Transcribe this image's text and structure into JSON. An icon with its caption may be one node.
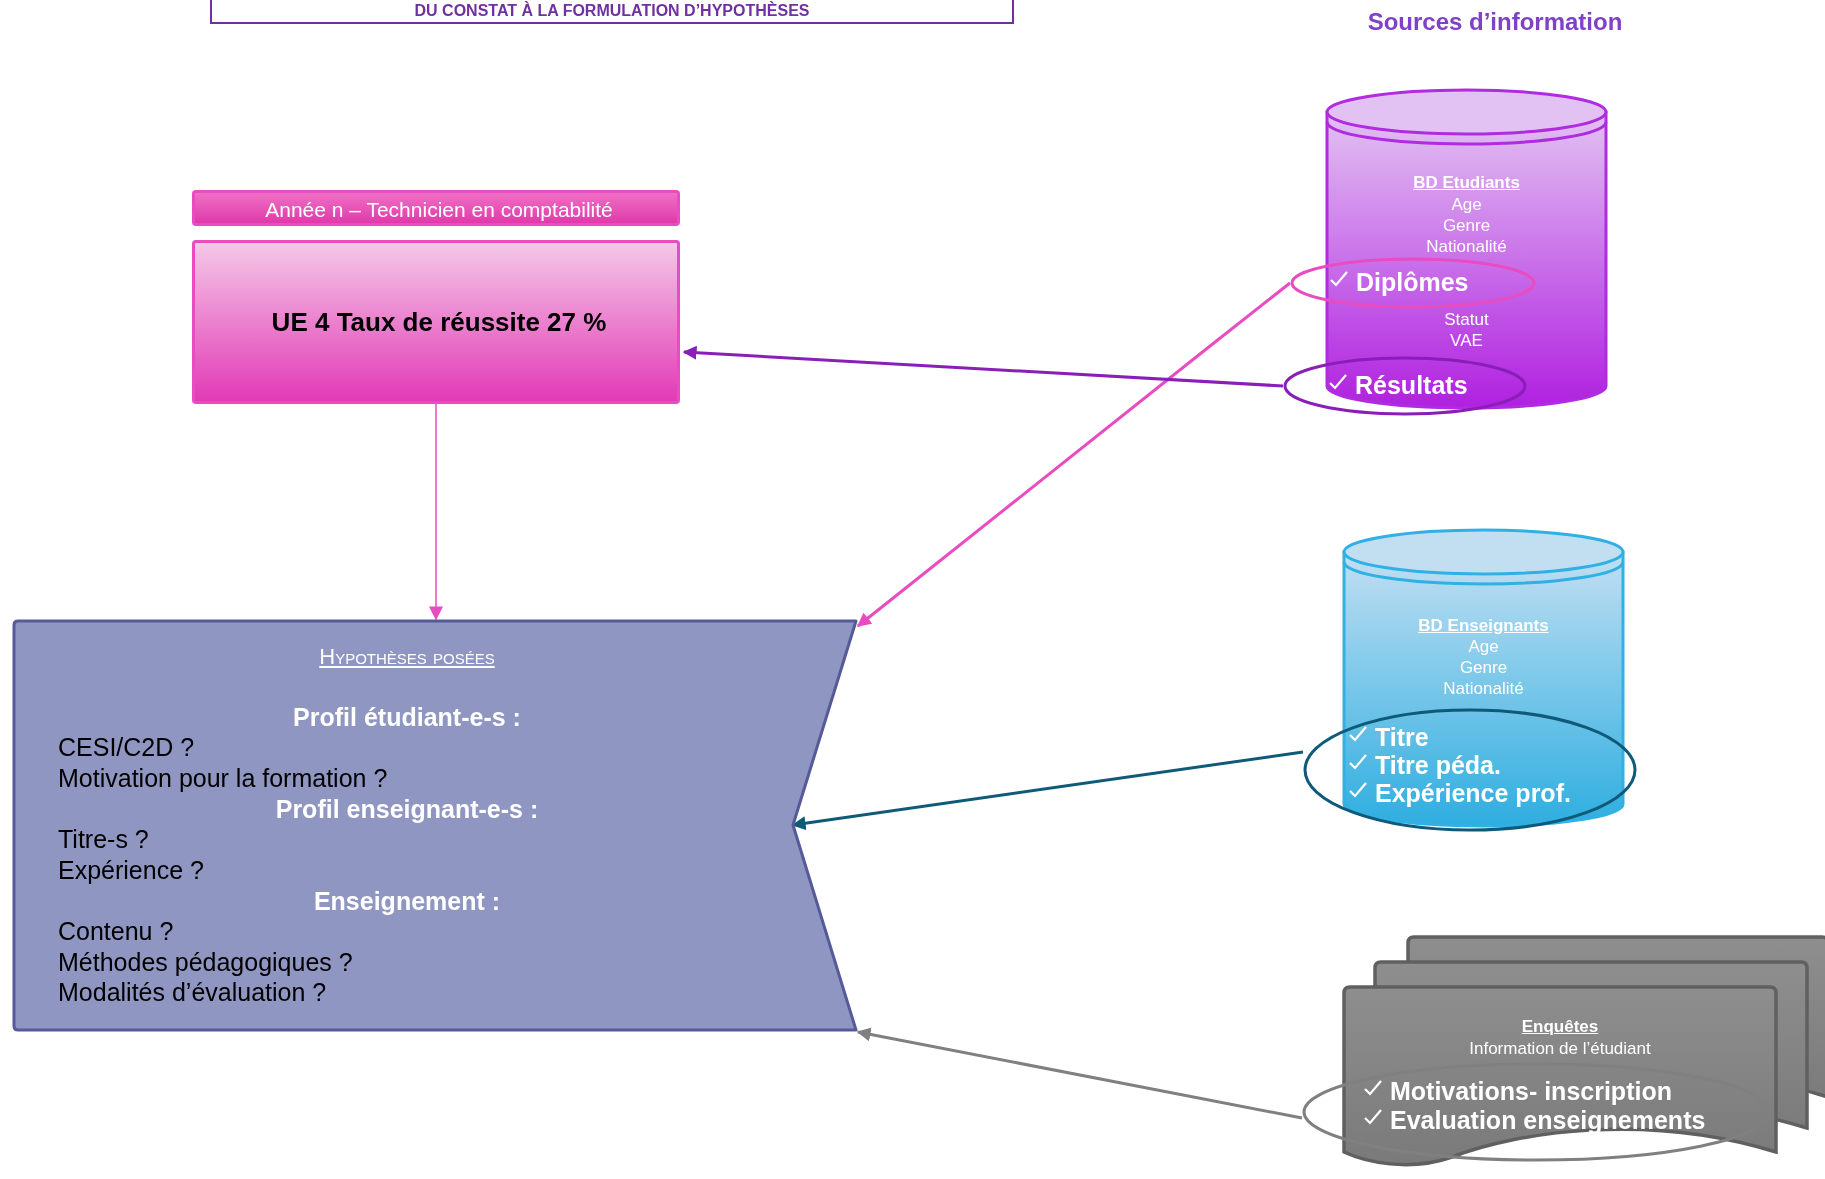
{
  "diagram": {
    "title": "DU CONSTAT À LA FORMULATION D’HYPOTHÈSES",
    "nodes": [
      {
        "text": [
          "Année n – Technicien en comptabilité"
        ]
      },
      {
        "text": [
          "UE 4 Taux de réussite 27 %"
        ]
      },
      {
        "text": [
          "Hypothèses posées",
          "Profil étudiant-e-s :",
          "CESI/C2D ?",
          "Motivation pour la formation ?",
          "Profil enseignant-e-s :",
          "Titre-s ?",
          "Expérience ?",
          "Enseignement :",
          "Contenu ?",
          "Méthodes pédagogiques ?",
          "Modalités d’évaluation ?"
        ]
      },
      {
        "text": [
          "BD Etudiants",
          "Age",
          "Genre",
          "Nationalité",
          "Statut",
          "VAE"
        ]
      },
      {
        "text": [
          "Diplômes"
        ]
      },
      {
        "text": [
          "Résultats"
        ]
      },
      {
        "text": [
          "BD Enseignants",
          "Age",
          "Genre",
          "Nationalité"
        ]
      },
      {
        "text": [
          "Titre",
          "Titre péda.",
          "Expérience prof."
        ]
      },
      {
        "text": [
          "Enquêtes",
          "Information de l’étudiant"
        ]
      },
      {
        "text": [
          "Motivations- inscription",
          "Evaluation enseignements"
        ]
      }
    ],
    "edges": [
      {
        "from": 1,
        "to": 2,
        "arrow": "to",
        "color": "#e84cc0"
      },
      {
        "from": 4,
        "to": 2,
        "arrow": "to",
        "color": "#e84cc0"
      },
      {
        "from": 5,
        "to": 1,
        "arrow": "to",
        "color": "#8a1eb8"
      },
      {
        "from": 7,
        "to": 2,
        "arrow": "to",
        "color": "#0e5a78"
      },
      {
        "from": 9,
        "to": 2,
        "arrow": "to",
        "color": "#808080"
      }
    ],
    "labels": [
      "Sources d’information"
    ]
  }
}
